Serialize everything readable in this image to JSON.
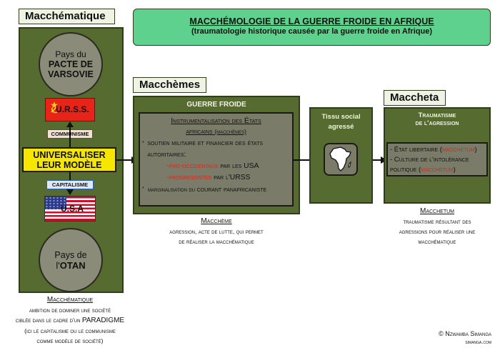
{
  "header": {
    "title": "MACCHÉMOLOGIE DE LA GUERRE FROIDE EN AFRIQUE",
    "subtitle": "(traumatologie historique causée par la guerre froide en Afrique)"
  },
  "left": {
    "tab": "Macchématique",
    "warsaw": {
      "line1": "Pays du",
      "line2": "PACTE DE",
      "line3": "VARSOVIE"
    },
    "ussr_label": "U.R.S.S.",
    "communisme_badge": "COMMUNISME",
    "center_box": {
      "line1": "UNIVERSALISER",
      "line2": "LEUR MODÈLE"
    },
    "capitalisme_badge": "CAPITALISME",
    "usa_label": "U.S.A",
    "otan": {
      "line1": "Pays de",
      "line2a": "l'",
      "line2b": "OTAN"
    },
    "caption": {
      "title": "Macchématique",
      "line1": "ambition de dominer une société",
      "line2a": "ciblée dans le cadre d'un ",
      "line2b": "PARADIGME",
      "line3": "(ici le capitalisme ou le communisme",
      "line4": "comme modèle de société)"
    }
  },
  "middle": {
    "tab": "Macchèmes",
    "header": "GUERRE FROIDE",
    "box": {
      "title1": "Instrumentalisation des États",
      "title2a": "africains ",
      "title2b": "(macchèmes)",
      "bullet1": "soutien militaire et financier des états autoritaires:",
      "item1a": "-pro-occidentaux",
      "item1b": " par les USA",
      "item2a": "-progressistes",
      "item2b": " par l'URSS",
      "bullet2a": "marginalisation du ",
      "bullet2b": "courant panafricaniste"
    },
    "caption": {
      "title": "Macchème",
      "line1": "agression, acte de lutte, qui permet",
      "line2": "de réaliser la macchématique"
    }
  },
  "tissu": {
    "line1": "Tissu social",
    "line2": "agressé"
  },
  "right": {
    "tab": "Maccheta",
    "header1": "Traumatisme",
    "header2": "de l'agression",
    "item1a": "- État libertaire (",
    "item1b": "macchetum",
    "item1c": ")",
    "item2a": "- Culture de l'intolérance politique (",
    "item2b": "macchetum",
    "item2c": ")",
    "caption": {
      "title": "Macchetum",
      "line1": "traumatisme résultant des",
      "line2": "agressions pour réaliser une",
      "line3": "macchématique"
    }
  },
  "footer": {
    "copyright": "© Nzwamba Simanga",
    "site": "simanga.com"
  },
  "colors": {
    "olive": "#556b2f",
    "olive_border": "#2f3d1d",
    "gray_olive": "#7a7b68",
    "header_green": "#5ed18e",
    "badge_yellow": "#f6e600",
    "accent_red": "#d42b1e",
    "badge_blue": "#2e5fae"
  },
  "icons": [
    "arrow-right-icon",
    "arrow-up-icon",
    "arrow-down-icon",
    "ussr-flag-icon",
    "usa-flag-icon",
    "africa-map-icon"
  ]
}
